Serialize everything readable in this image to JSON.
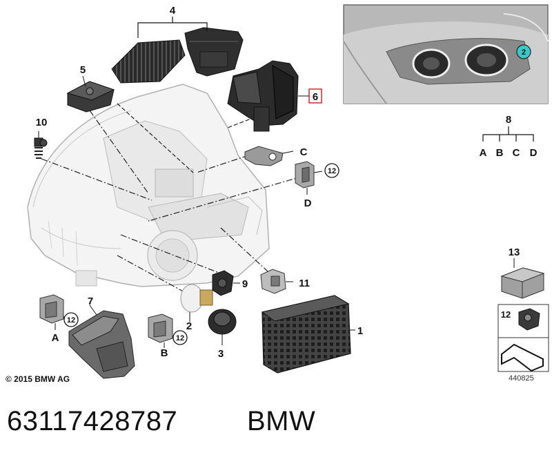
{
  "callouts": {
    "c1": "1",
    "c2": "2",
    "c3": "3",
    "c4": "4",
    "c5": "5",
    "c6": "6",
    "c7": "7",
    "c8": "8",
    "c9": "9",
    "c10": "10",
    "c11": "11",
    "c12": "12",
    "c13": "13"
  },
  "letters": {
    "a": "A",
    "b": "B",
    "c": "C",
    "d": "D"
  },
  "inset": {
    "marker": "2",
    "legend_item": "12"
  },
  "footer": {
    "copyright": "© 2015 BMW AG",
    "diagram_id": "440825",
    "part_number": "63117428787",
    "brand": "BMW"
  },
  "colors": {
    "highlight": "#d9272e",
    "marker_fill": "#3cc8c8"
  }
}
